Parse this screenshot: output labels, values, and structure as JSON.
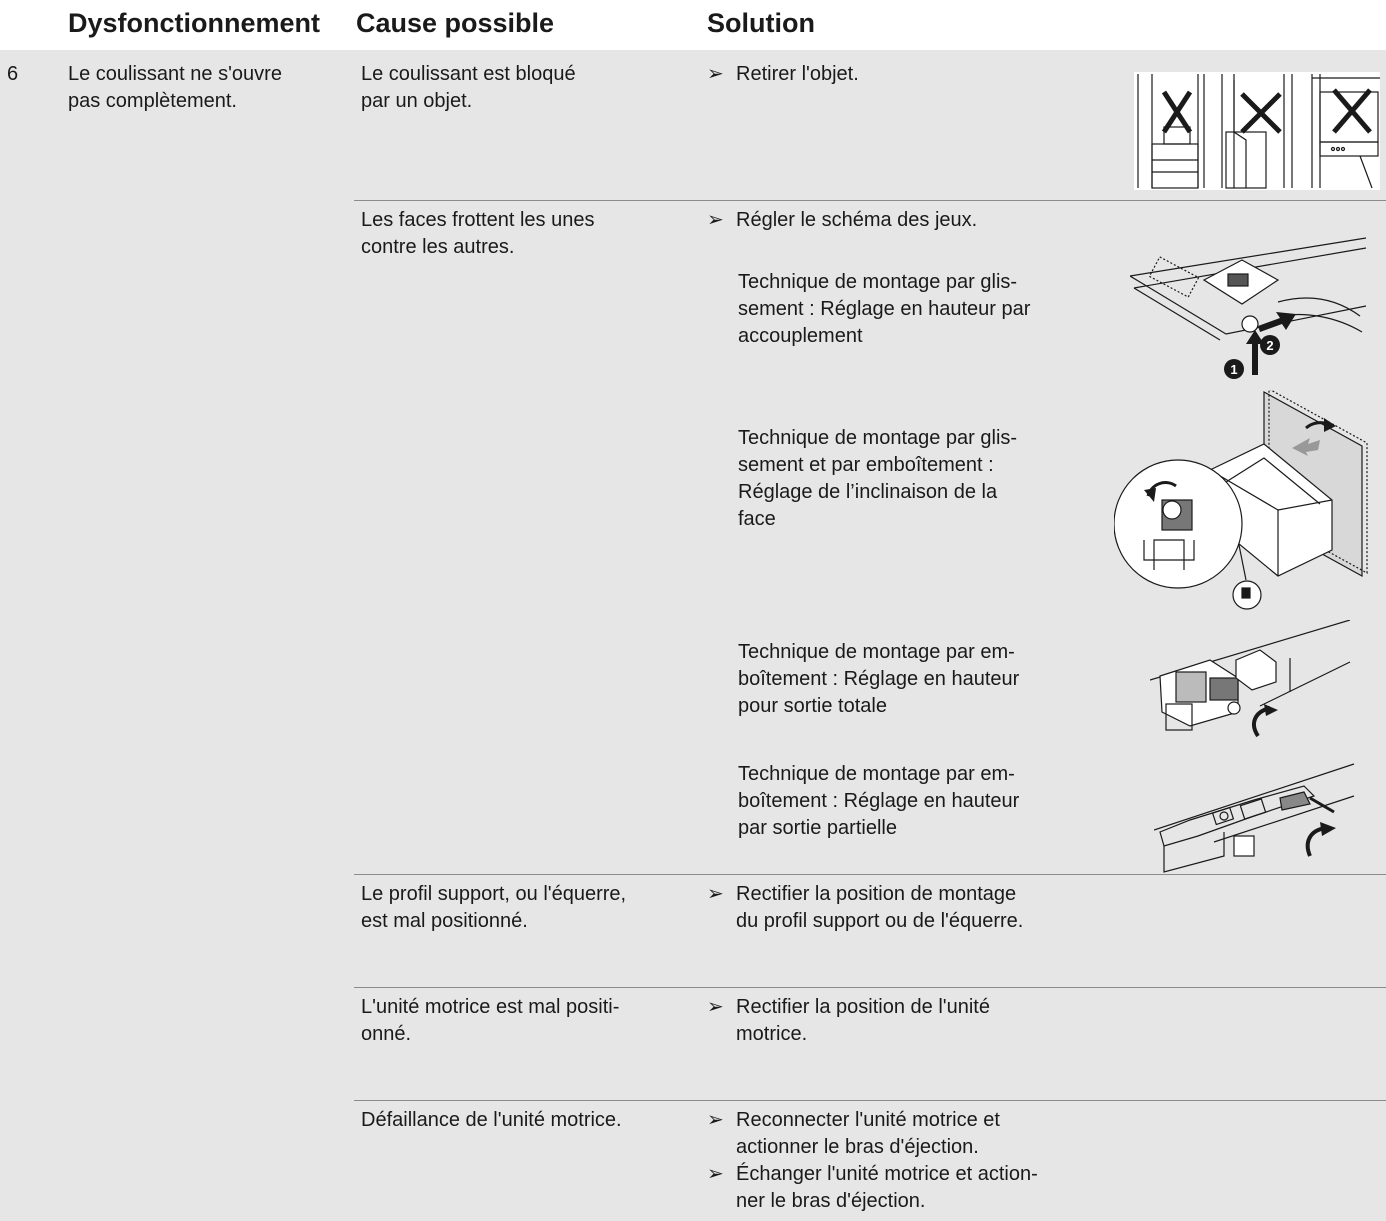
{
  "headers": {
    "malfunction": "Dysfonctionnement",
    "cause": "Cause possible",
    "solution": "Solution"
  },
  "row": {
    "number": "6",
    "malfunction": "Le coulissant ne s'ouvre\npas complètement."
  },
  "arrow_glyph": "➢",
  "causes": [
    {
      "cause": "Le coulissant est bloqué\npar un objet.",
      "solutions": [
        "Retirer l'objet."
      ]
    },
    {
      "cause": "Les faces frottent les unes\ncontre les autres.",
      "solutions": [
        "Régler le schéma des jeux."
      ],
      "techniques": [
        "Technique de montage par glis-\nsement : Réglage en hauteur par\naccouplement",
        "Technique de montage par glis-\nsement et par emboîtement :\nRéglage de l’inclinaison de la\nface",
        "Technique de montage par em-\nboîtement : Réglage en hauteur\npour sortie totale",
        "Technique de montage par em-\nboîtement : Réglage en hauteur\npar sortie partielle"
      ]
    },
    {
      "cause": "Le profil support, ou l'équerre,\nest mal positionné.",
      "solutions": [
        "Rectifier la position de montage\ndu profil support ou de l'équerre."
      ]
    },
    {
      "cause": "L'unité motrice est mal positi-\nonné.",
      "solutions": [
        "Rectifier la position de l'unité\nmotrice."
      ]
    },
    {
      "cause": "Défaillance de l'unité motrice.",
      "solutions": [
        "Reconnecter l'unité motrice et\nactionner le bras d'éjection.",
        "Échanger l'unité motrice et action-\nner le bras d'éjection."
      ]
    }
  ],
  "illustration_labels": {
    "step_1": "1",
    "step_2": "2"
  }
}
